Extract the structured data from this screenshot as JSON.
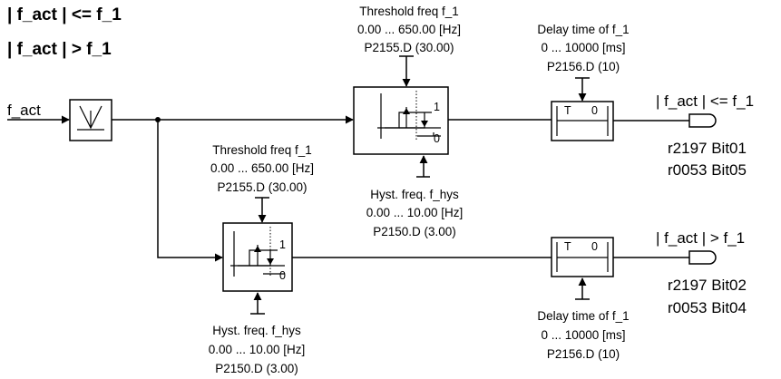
{
  "header": {
    "line1": "| f_act | <= f_1",
    "line2": "| f_act | > f_1"
  },
  "input_label": "f_act",
  "upper_path": {
    "threshold": {
      "name": "Threshold freq f_1",
      "range": "0.00 ... 650.00  [Hz]",
      "param": "P2155.D (30.00)"
    },
    "hysteresis": {
      "name": "Hyst. freq. f_hys",
      "range": "0.00 ... 10.00  [Hz]",
      "param": "P2150.D (3.00)"
    },
    "comparator_out_high": "1",
    "comparator_out_low": "0",
    "delay": {
      "name": "Delay time of f_1",
      "range": "0 ... 10000  [ms]",
      "param": "P2156.D (10)",
      "timer_t": "T",
      "timer_0": "0"
    },
    "output": {
      "label": "| f_act | <= f_1",
      "bit1": "r2197 Bit01",
      "bit2": "r0053 Bit05"
    }
  },
  "lower_path": {
    "threshold": {
      "name": "Threshold freq f_1",
      "range": "0.00 ... 650.00  [Hz]",
      "param": "P2155.D (30.00)"
    },
    "hysteresis": {
      "name": "Hyst. freq. f_hys",
      "range": "0.00 ... 10.00  [Hz]",
      "param": "P2150.D (3.00)"
    },
    "comparator_out_high": "1",
    "comparator_out_low": "0",
    "delay": {
      "name": "Delay time of f_1",
      "range": "0 ... 10000  [ms]",
      "param": "P2156.D (10)",
      "timer_t": "T",
      "timer_0": "0"
    },
    "output": {
      "label": "| f_act | > f_1",
      "bit1": "r2197 Bit02",
      "bit2": "r0053 Bit04"
    }
  }
}
